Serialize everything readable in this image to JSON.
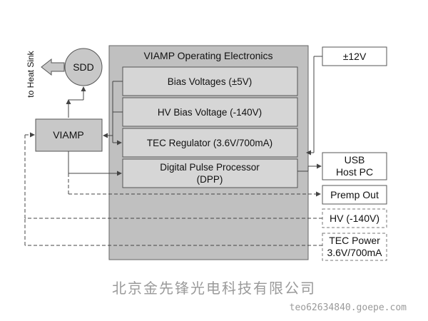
{
  "diagram": {
    "main_block_title": "VIAMP Operating Electronics",
    "blocks": {
      "bias_voltages": "Bias Voltages (±5V)",
      "hv_bias_voltage": "HV Bias Voltage (-140V)",
      "tec_regulator": "TEC Regulator (3.6V/700mA)",
      "dpp_line1": "Digital Pulse Processor",
      "dpp_line2": "(DPP)"
    },
    "components": {
      "sdd": "SDD",
      "viamp": "VIAMP",
      "heat_sink": "to Heat Sink"
    },
    "outputs": {
      "supply": "±12V",
      "usb_line1": "USB",
      "usb_line2": "Host PC",
      "premp_out": "Premp Out",
      "hv": "HV (-140V)",
      "tec_power_line1": "TEC Power",
      "tec_power_line2": "3.6V/700mA"
    }
  },
  "watermark": {
    "company": "北京金先锋光电科技有限公司",
    "website": "teo62634840.goepe.com"
  },
  "colors": {
    "main_block_fill": "#c0c0c0",
    "sub_block_fill": "#d6d6d6",
    "viamp_fill": "#c8c8c8",
    "sdd_fill": "#c8c8c8",
    "line": "#555555",
    "watermark": "#9a9a9a"
  }
}
